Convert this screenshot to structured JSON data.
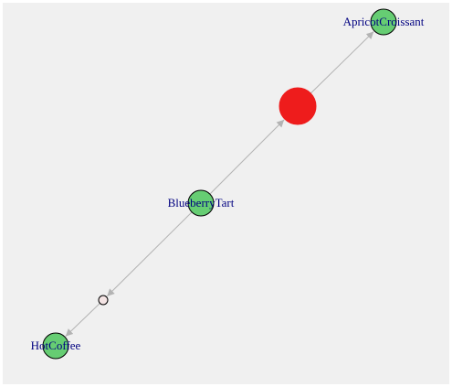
{
  "graph": {
    "background": "#f0f0f0",
    "edge_color": "#b3b3b3",
    "label_color": "#000080",
    "nodes": [
      {
        "id": "apricot",
        "label": "ApricotCroissant",
        "kind": "item",
        "color": "#66cd73"
      },
      {
        "id": "rule_big",
        "label": "",
        "kind": "rule-large",
        "color": "#ee1c1c"
      },
      {
        "id": "blueberry",
        "label": "BlueberryTart",
        "kind": "item",
        "color": "#66cd73"
      },
      {
        "id": "rule_small",
        "label": "",
        "kind": "rule-small",
        "color": "#f4e4e4"
      },
      {
        "id": "coffee",
        "label": "HotCoffee",
        "kind": "item",
        "color": "#66cd73"
      }
    ],
    "edges": [
      {
        "from": "blueberry",
        "to": "rule_big"
      },
      {
        "from": "rule_big",
        "to": "apricot"
      },
      {
        "from": "blueberry",
        "to": "rule_small"
      },
      {
        "from": "rule_small",
        "to": "coffee"
      }
    ]
  }
}
